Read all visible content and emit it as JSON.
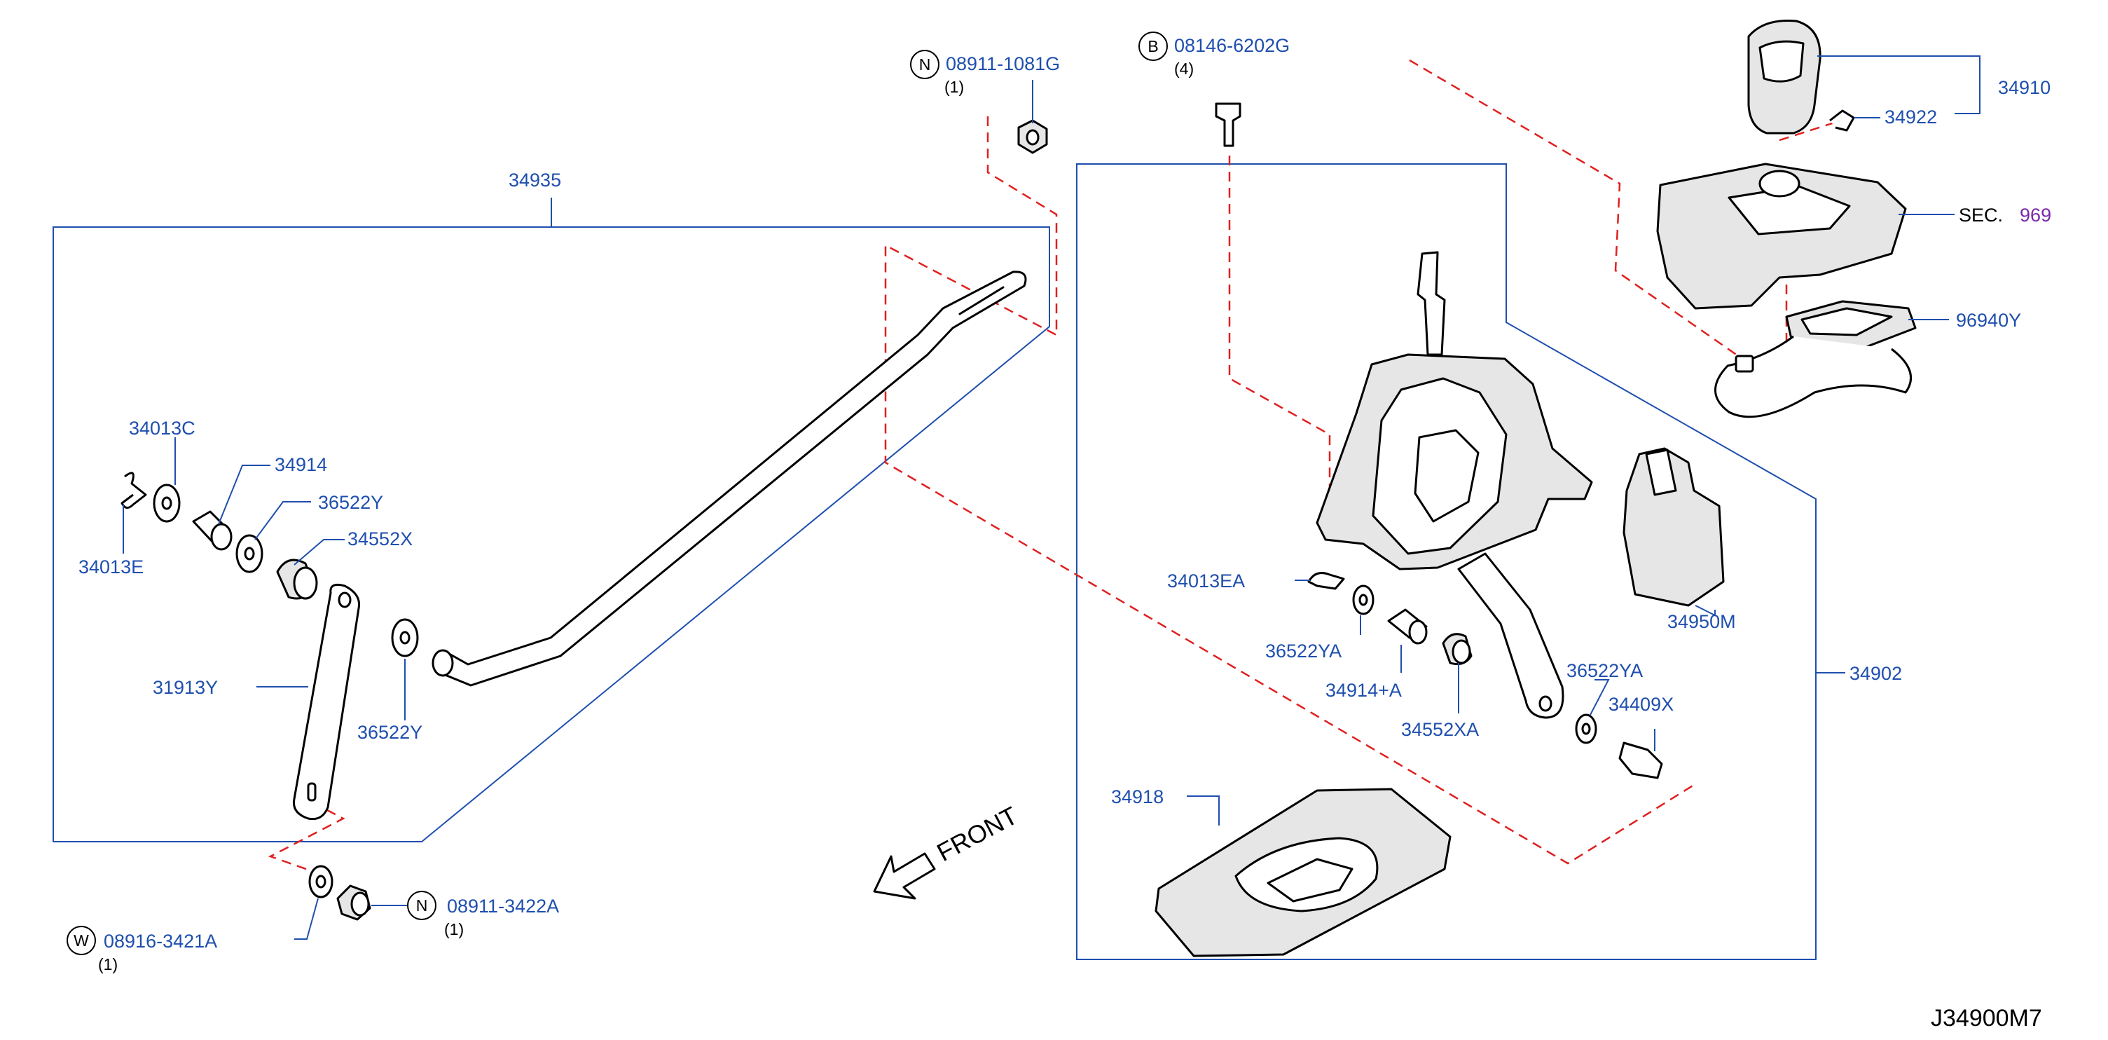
{
  "parts": {
    "p34935": "34935",
    "p34013C": "34013C",
    "p34914": "34914",
    "p36522Y_top": "36522Y",
    "p34552X": "34552X",
    "p34013E": "34013E",
    "p31913Y": "31913Y",
    "p36522Y_bot": "36522Y",
    "p08911_1081G": "08911-1081G",
    "p08146_6202G": "08146-6202G",
    "p08911_3422A": "08911-3422A",
    "p08916_3421A": "08916-3421A",
    "p34910": "34910",
    "p34922": "34922",
    "sec_label": "SEC.",
    "sec_number": "969",
    "p96940Y": "96940Y",
    "p34950M": "34950M",
    "p34902": "34902",
    "p34013EA": "34013EA",
    "p36522YA_left": "36522YA",
    "p34914A": "34914+A",
    "p34552XA": "34552XA",
    "p36522YA_right": "36522YA",
    "p34409X": "34409X",
    "p34918": "34918"
  },
  "callouts": {
    "n1_letter": "N",
    "n1_qty": "(1)",
    "b_letter": "B",
    "b_qty": "(4)",
    "n2_letter": "N",
    "n2_qty": "(1)",
    "w_letter": "W",
    "w_qty": "(1)"
  },
  "front_label": "FRONT",
  "diagram_id": "J34900M7",
  "colors": {
    "part_number": "#1f4fae",
    "section_number": "#7a2aa8",
    "guide_dash": "#e02020"
  }
}
